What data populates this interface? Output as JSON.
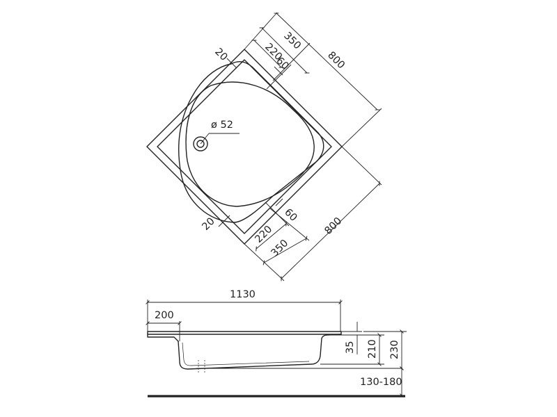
{
  "top_view": {
    "side_upper_right": "800",
    "side_lower_right": "800",
    "upper_offset_350": "350",
    "upper_offset_220": "220",
    "upper_offset_60": "60",
    "upper_rim_20": "20",
    "lower_offset_350": "350",
    "lower_offset_220": "220",
    "lower_offset_60": "60",
    "lower_rim_20": "20",
    "drain_diameter": "ø 52"
  },
  "side_view": {
    "overall_width": "1130",
    "rim_length": "200",
    "rim_thickness": "35",
    "basin_depth": "210",
    "total_height": "230",
    "leg_height": "130-180"
  },
  "colors": {
    "line": "#222222",
    "background": "#ffffff"
  }
}
